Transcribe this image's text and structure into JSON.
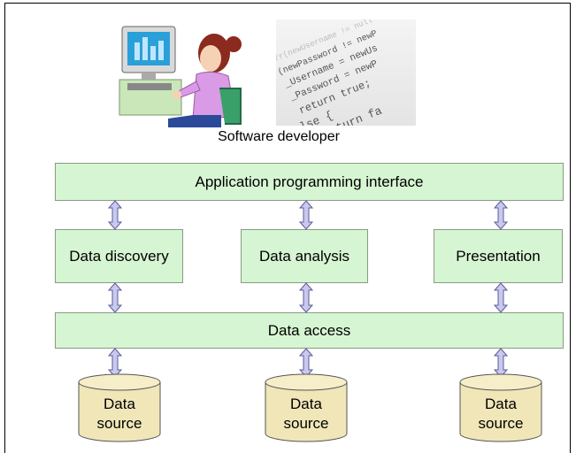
{
  "developer": {
    "caption": "Software developer",
    "code_lines": [
      "fr(newUsername != null",
      "(newPassword != newP",
      "_Username = newUs",
      "_Password = newP",
      "return true;",
      "else {",
      "return fa"
    ]
  },
  "layers": {
    "api": "Application programming interface",
    "discovery": "Data discovery",
    "analysis": "Data analysis",
    "presentation": "Presentation",
    "access": "Data access"
  },
  "sources": [
    {
      "line1": "Data",
      "line2": "source"
    },
    {
      "line1": "Data",
      "line2": "source"
    },
    {
      "line1": "Data",
      "line2": "source"
    }
  ],
  "colors": {
    "box_fill": "#d6f5d2",
    "cylinder_fill": "#f0e6b8",
    "arrow_fill": "#c9c9ee"
  }
}
